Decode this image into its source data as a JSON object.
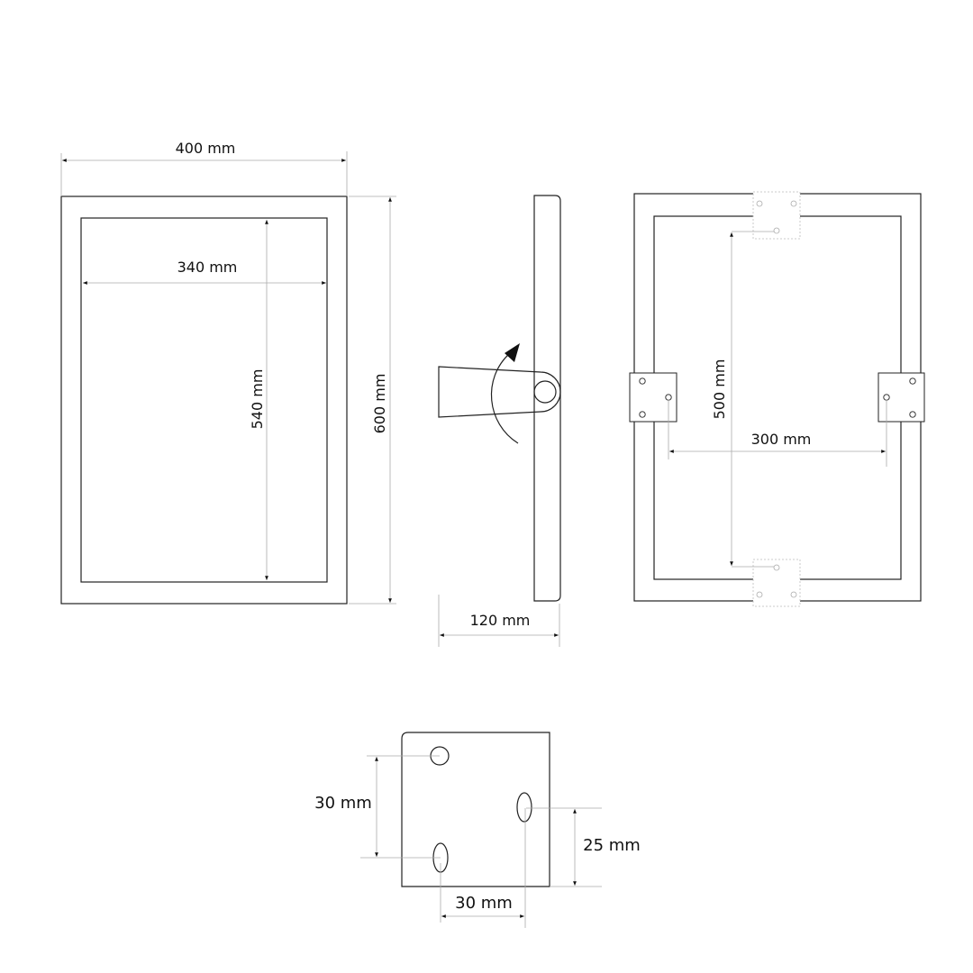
{
  "front_view": {
    "width_label": "400 mm",
    "inner_width_label": "340 mm",
    "inner_height_label": "540 mm",
    "height_label": "600 mm"
  },
  "side_view": {
    "depth_label": "120 mm"
  },
  "back_view": {
    "vertical_spacing_label": "500 mm",
    "horizontal_spacing_label": "300 mm"
  },
  "bracket_detail": {
    "hole_vertical_label": "30 mm",
    "hole_offset_label": "25 mm",
    "hole_horizontal_label": "30 mm"
  }
}
